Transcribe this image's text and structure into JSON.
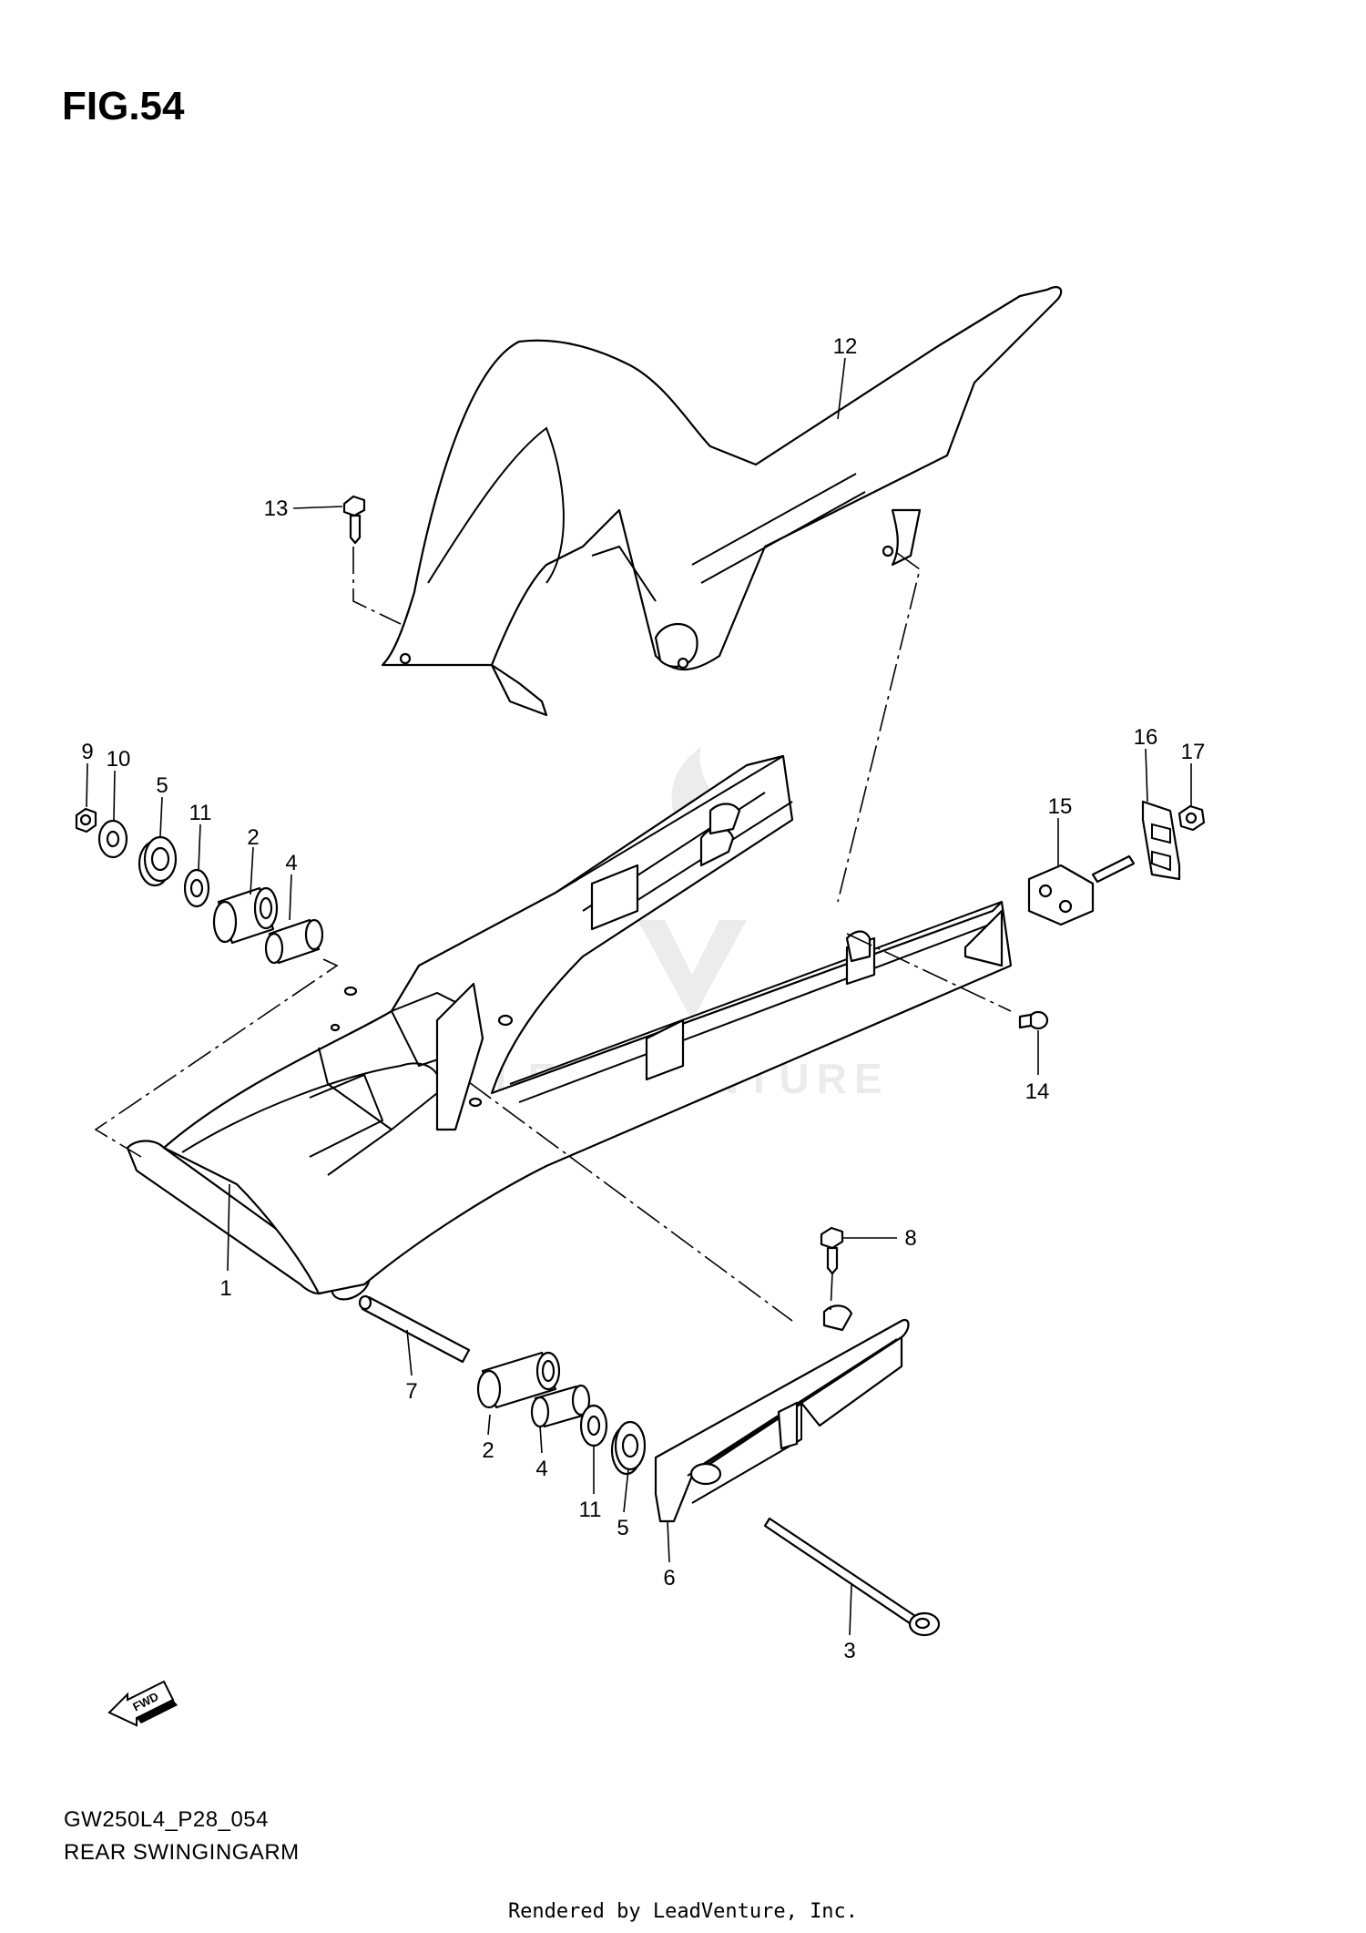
{
  "figure": {
    "title": "FIG.54",
    "code": "GW250L4_P28_054",
    "name": "REAR SWINGINGARM"
  },
  "footer": "Rendered by LeadVenture, Inc.",
  "watermark": "LEADVENTURE",
  "fwd_label": "FWD",
  "callouts": [
    "1",
    "2",
    "2",
    "3",
    "4",
    "4",
    "5",
    "5",
    "6",
    "7",
    "8",
    "9",
    "10",
    "11",
    "11",
    "12",
    "13",
    "14",
    "15",
    "16",
    "17"
  ]
}
